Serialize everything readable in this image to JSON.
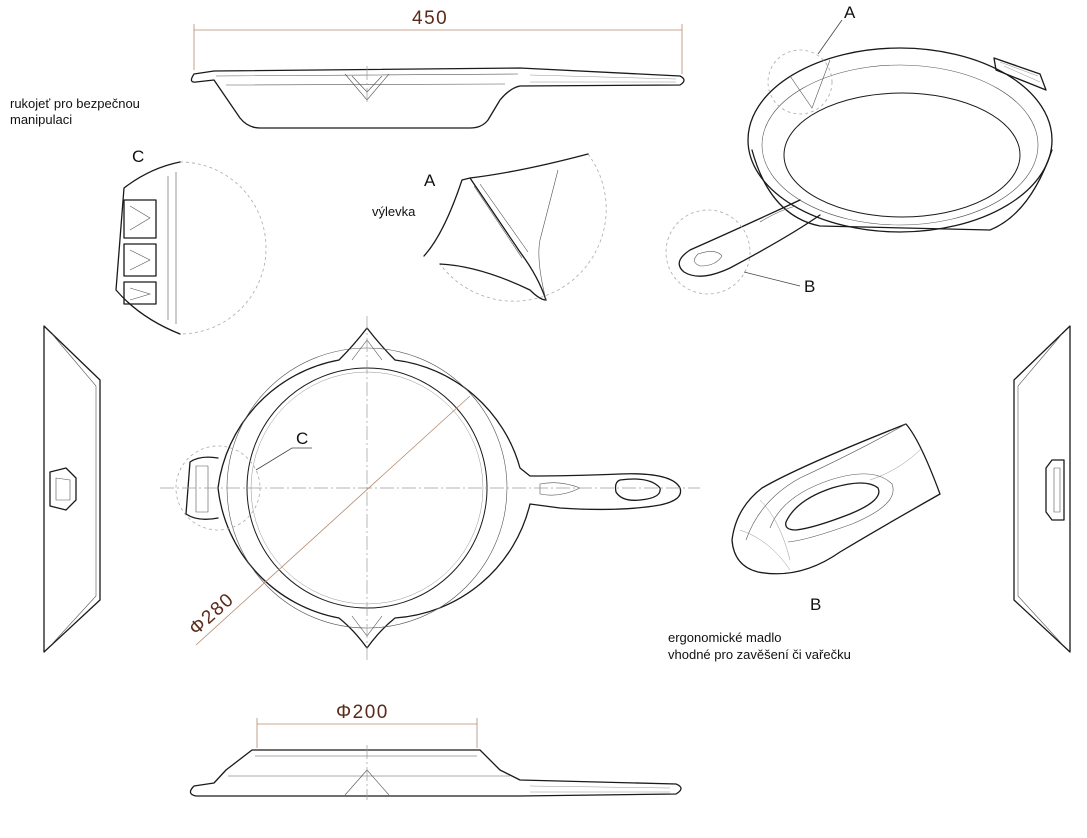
{
  "dimensions": {
    "length": "450",
    "diameter_top": "Φ280",
    "diameter_bottom": "Φ200"
  },
  "detail_labels": {
    "a": "A",
    "b": "B",
    "c": "C"
  },
  "notes": {
    "handle_safety_line1": "rukojeť pro bezpečnou",
    "handle_safety_line2": "manipulaci",
    "spout": "výlevka",
    "ergonomic_line1": "ergonomické madlo",
    "ergonomic_line2": "vhodné pro zavěšení či vařečku"
  },
  "colors": {
    "line": "#1a1a1a",
    "dimension": "#b58a6f",
    "dimension_text": "#5a2a1a"
  }
}
